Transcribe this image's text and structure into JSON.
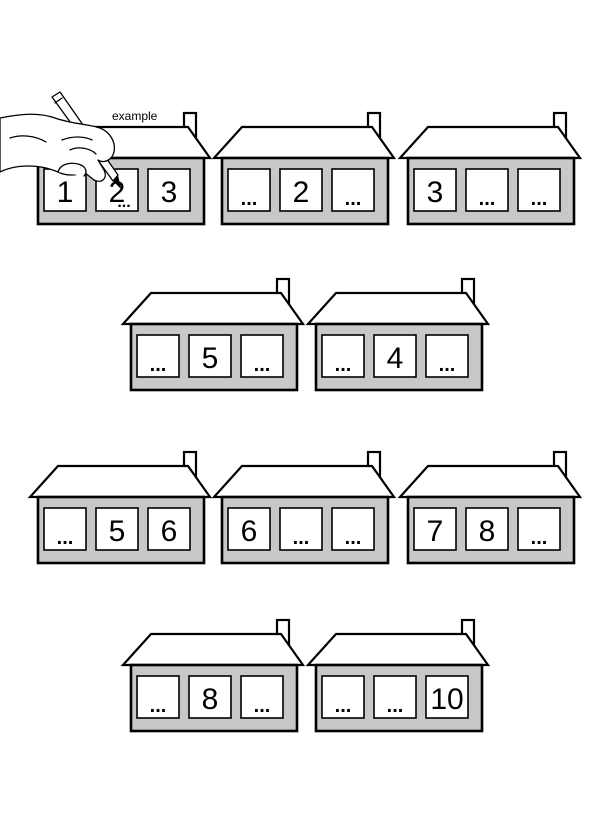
{
  "example_label": "example",
  "houses": [
    {
      "windows": [
        "1",
        "2",
        "3"
      ]
    },
    {
      "windows": [
        "...",
        "2",
        "..."
      ]
    },
    {
      "windows": [
        "3",
        "...",
        "..."
      ]
    },
    {
      "windows": [
        "...",
        "5",
        "..."
      ]
    },
    {
      "windows": [
        "...",
        "4",
        "..."
      ]
    },
    {
      "windows": [
        "...",
        "5",
        "6"
      ]
    },
    {
      "windows": [
        "6",
        "...",
        "..."
      ]
    },
    {
      "windows": [
        "7",
        "8",
        "..."
      ]
    },
    {
      "windows": [
        "...",
        "8",
        "..."
      ]
    },
    {
      "windows": [
        "...",
        "...",
        "10"
      ]
    }
  ],
  "example_extra_mark": "...",
  "colors": {
    "wall": "#c8c8c8",
    "window": "#ffffff",
    "outline": "#000000"
  }
}
